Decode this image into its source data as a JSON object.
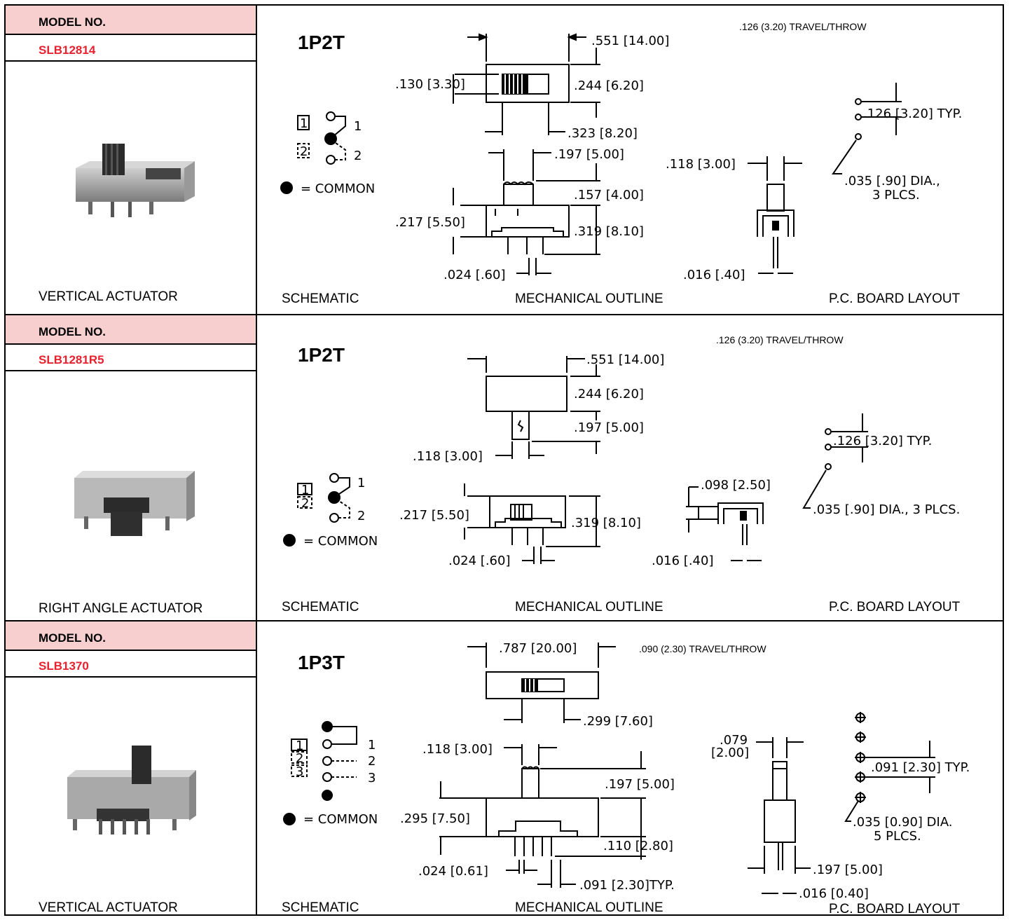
{
  "rows": [
    {
      "model_label": "MODEL NO.",
      "model_no": "SLB12814",
      "actuator": "VERTICAL ACTUATOR",
      "pole": "1P2T",
      "travel": ".126 (3.20) TRAVEL/THROW",
      "sections": {
        "schematic": "SCHEMATIC",
        "mechanical": "MECHANICAL OUTLINE",
        "pcb": "P.C. BOARD LAYOUT"
      },
      "schematic": {
        "p1": "1",
        "p2": "2",
        "box1": "1",
        "box2": "2",
        "common": "=  COMMON"
      },
      "dims": {
        "top_w": ".551  [14.00]",
        "left_h": ".130  [3.30]",
        "right_h": ".244  [6.20]",
        "below_w": ".323  [8.20]",
        "act_w": ".197  [5.00]",
        "act_h": ".157  [4.00]",
        "body_h": ".217  [5.50]",
        "tot_h": ".319  [8.10]",
        "pin_w": ".024  [.60]",
        "side_w": ".118  [3.00]",
        "side_pin": ".016  [.40]",
        "pcb_pitch": ".126  [3.20]  TYP.",
        "pcb_dia": ".035  [.90]  DIA.,",
        "pcb_plcs": "3  PLCS."
      }
    },
    {
      "model_label": "MODEL NO.",
      "model_no": "SLB1281R5",
      "actuator": "RIGHT ANGLE ACTUATOR",
      "pole": "1P2T",
      "travel": ".126 (3.20) TRAVEL/THROW",
      "sections": {
        "schematic": "SCHEMATIC",
        "mechanical": "MECHANICAL OUTLINE",
        "pcb": "P.C. BOARD LAYOUT"
      },
      "schematic": {
        "p1": "1",
        "p2": "2",
        "box1": "1",
        "box2": "2",
        "common": "=  COMMON"
      },
      "dims": {
        "top_w": ".551  [14.00]",
        "right_h": ".244  [6.20]",
        "act_h": ".197  [5.00]",
        "act_w": ".118  [3.00]",
        "body_h": ".217  [5.50]",
        "tot_h": ".319  [8.10]",
        "pin_w": ".024  [.60]",
        "side_h": ".098  [2.50]",
        "side_pin": ".016  [.40]",
        "pcb_pitch": ".126  [3.20]  TYP.",
        "pcb_dia": ".035  [.90]  DIA.,  3  PLCS."
      }
    },
    {
      "model_label": "MODEL NO.",
      "model_no": "SLB1370",
      "actuator": "VERTICAL ACTUATOR",
      "pole": "1P3T",
      "travel": ".090 (2.30) TRAVEL/THROW",
      "sections": {
        "schematic": "SCHEMATIC",
        "mechanical": "MECHANICAL OUTLINE",
        "pcb": "P.C. BOARD LAYOUT"
      },
      "schematic": {
        "p1": "1",
        "p2": "2",
        "p3": "3",
        "box1": "1",
        "box2": "2",
        "box3": "3",
        "common": "=  COMMON"
      },
      "dims": {
        "top_w": ".787  [20.00]",
        "below_w": ".299  [7.60]",
        "act_w": ".118  [3.00]",
        "act_h": ".197  [5.00]",
        "body_h": ".295  [7.50]",
        "pin_h": ".110  [2.80]",
        "pin_w": ".024  [0.61]",
        "pitch": ".091  [2.30]TYP.",
        "side_w1": ".079",
        "side_w2": "[2.00]",
        "side_h": ".197  [5.00]",
        "side_pin": ".016  [0.40]",
        "pcb_pitch": ".091  [2.30]  TYP.",
        "pcb_dia": ".035  [0.90]  DIA.",
        "pcb_plcs": "5  PLCS."
      }
    }
  ]
}
